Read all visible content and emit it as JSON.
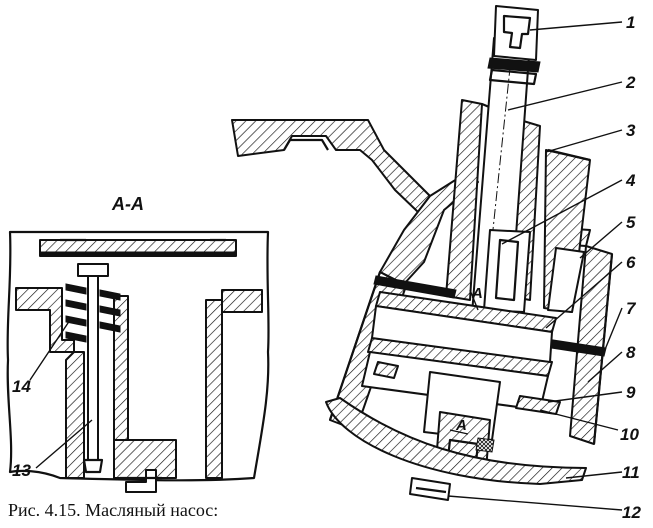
{
  "section_title": "A-A",
  "cut_mark": "A",
  "caption": "Рис. 4.15. Масляный насос:",
  "callouts_main": [
    "1",
    "2",
    "3",
    "4",
    "5",
    "6",
    "7",
    "8",
    "9",
    "10",
    "11",
    "12"
  ],
  "callouts_section": [
    "14",
    "13"
  ]
}
